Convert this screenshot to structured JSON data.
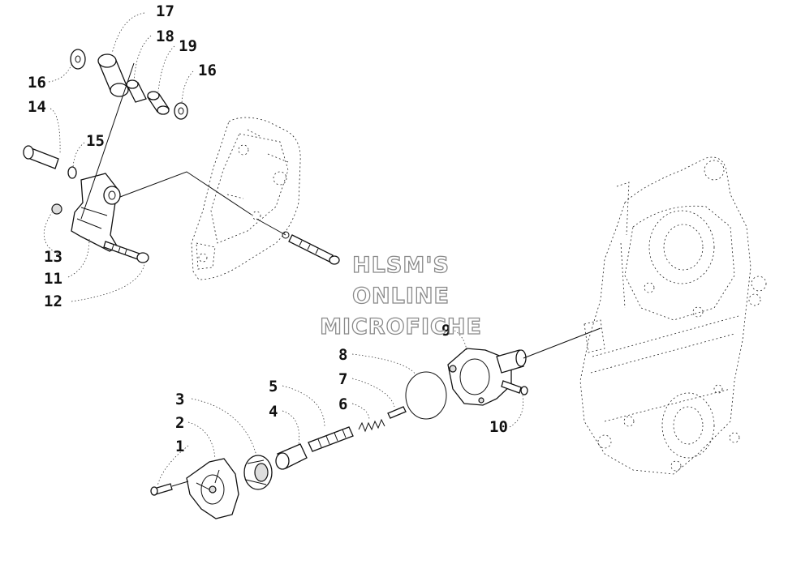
{
  "watermark": {
    "lines": [
      "HLSM'S",
      "ONLINE",
      "MICROFICHE"
    ]
  },
  "callouts": [
    {
      "id": "1",
      "text": "1"
    },
    {
      "id": "2",
      "text": "2"
    },
    {
      "id": "3",
      "text": "3"
    },
    {
      "id": "4",
      "text": "4"
    },
    {
      "id": "5",
      "text": "5"
    },
    {
      "id": "6",
      "text": "6"
    },
    {
      "id": "7",
      "text": "7"
    },
    {
      "id": "8",
      "text": "8"
    },
    {
      "id": "9",
      "text": "9"
    },
    {
      "id": "10",
      "text": "10"
    },
    {
      "id": "11",
      "text": "11"
    },
    {
      "id": "12",
      "text": "12"
    },
    {
      "id": "13",
      "text": "13"
    },
    {
      "id": "14",
      "text": "14"
    },
    {
      "id": "15",
      "text": "15"
    },
    {
      "id": "16a",
      "text": "16"
    },
    {
      "id": "16b",
      "text": "16"
    },
    {
      "id": "17",
      "text": "17"
    },
    {
      "id": "18",
      "text": "18"
    },
    {
      "id": "19",
      "text": "19"
    }
  ]
}
